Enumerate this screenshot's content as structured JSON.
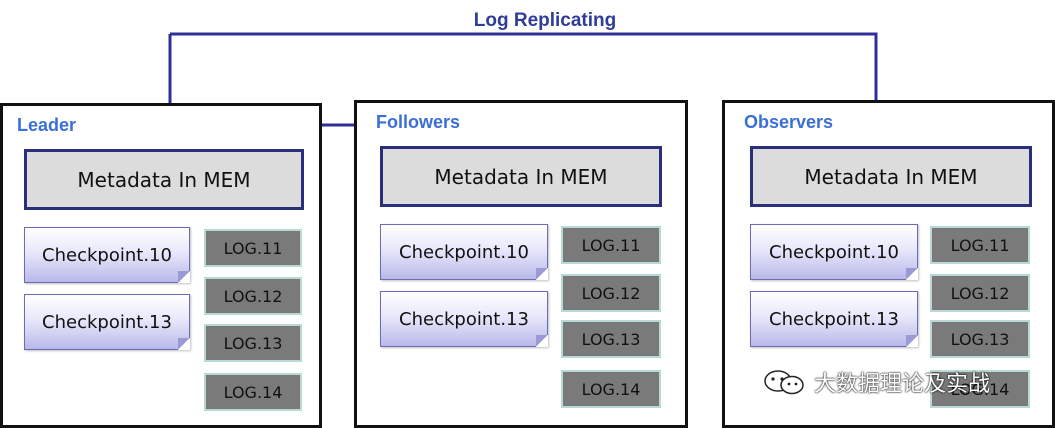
{
  "top_label": "Log Replicating",
  "nodes": [
    {
      "title": "Leader",
      "memory": "Metadata In MEM",
      "checkpoints": [
        "Checkpoint.10",
        "Checkpoint.13"
      ],
      "logs": [
        "LOG.11",
        "LOG.12",
        "LOG.13",
        "LOG.14"
      ]
    },
    {
      "title": "Followers",
      "memory": "Metadata In MEM",
      "checkpoints": [
        "Checkpoint.10",
        "Checkpoint.13"
      ],
      "logs": [
        "LOG.11",
        "LOG.12",
        "LOG.13",
        "LOG.14"
      ]
    },
    {
      "title": "Observers",
      "memory": "Metadata In MEM",
      "checkpoints": [
        "Checkpoint.10",
        "Checkpoint.13"
      ],
      "logs": [
        "LOG.11",
        "LOG.12",
        "LOG.13",
        "LOG.14"
      ]
    }
  ],
  "watermark": "大数据理论及实战",
  "colors": {
    "title_blue": "#3b6fd6",
    "arrow": "#2f2f9a",
    "log_fill": "#7a7a7a",
    "memory_fill": "#dcdcdc"
  }
}
